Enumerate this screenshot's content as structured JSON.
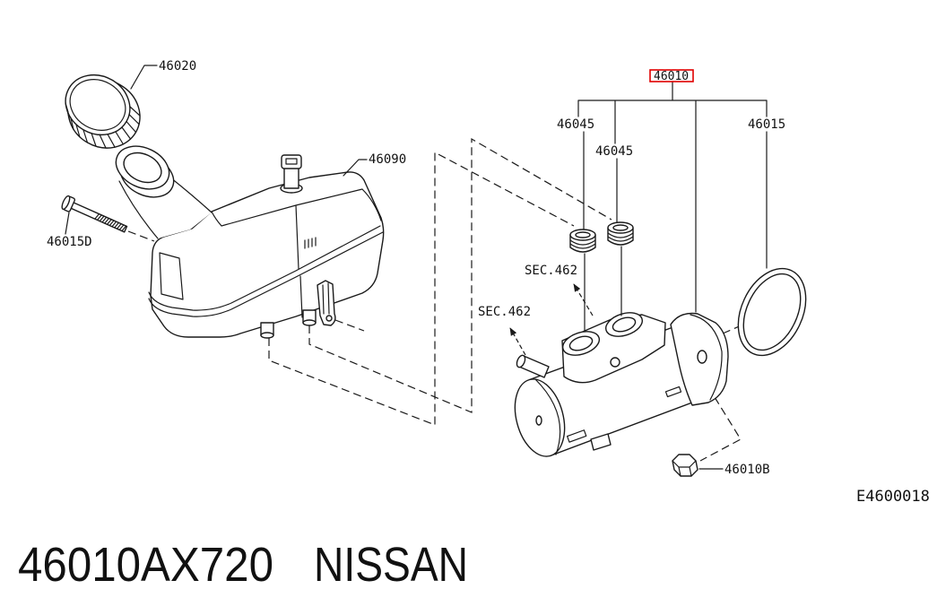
{
  "diagram": {
    "drawing_code": "E4600018",
    "highlight_color": "#e00000",
    "callouts": {
      "reservoir_cap": "46020",
      "reservoir_tank": "46090",
      "reservoir_bolt": "46015D",
      "master_cylinder_assembly": "46010",
      "grommet_front": "46045",
      "grommet_rear": "46045",
      "o_ring": "46015",
      "nut": "46010B",
      "section_ref_front": "SEC.462",
      "section_ref_rear": "SEC.462"
    }
  },
  "caption": {
    "part_number": "46010AX720",
    "brand": "NISSAN"
  }
}
